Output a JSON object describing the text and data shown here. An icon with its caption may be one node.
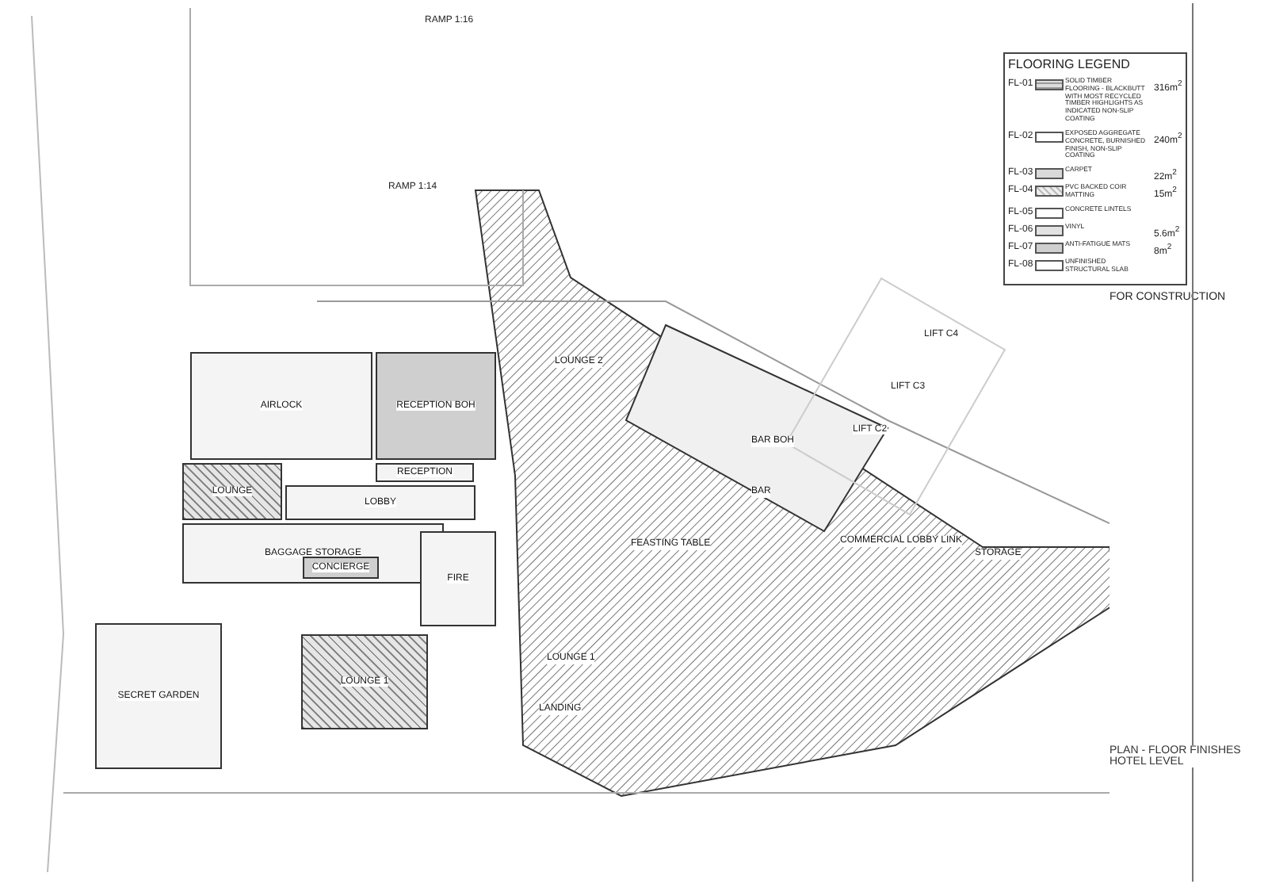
{
  "diagram": {
    "title": "PLAN - FLOOR FINISHES HOTEL LEVEL",
    "nodes": [
      {
        "text": [
          "AIRLOCK"
        ]
      },
      {
        "text": [
          "RECEPTION BOH"
        ]
      },
      {
        "text": [
          "RECEPTION"
        ]
      },
      {
        "text": [
          "LOUNGE"
        ]
      },
      {
        "text": [
          "LOBBY"
        ]
      },
      {
        "text": [
          "BAGGAGE STORAGE"
        ]
      },
      {
        "text": [
          "CONCIERGE"
        ],
        "in": 5
      },
      {
        "text": [
          "FIRE"
        ]
      },
      {
        "text": [
          "SECRET GARDEN"
        ]
      },
      {
        "text": [
          "LOUNGE 1"
        ]
      },
      {
        "text": [
          "LOUNGE 2"
        ]
      },
      {
        "text": [
          "FEASTING TABLE"
        ]
      },
      {
        "text": [
          "BAR BOH"
        ]
      },
      {
        "text": [
          "BAR"
        ]
      },
      {
        "text": [
          "COMMERCIAL LOBBY LINK"
        ]
      },
      {
        "text": [
          "STORAGE"
        ]
      },
      {
        "text": [
          "LOUNGE 1"
        ]
      },
      {
        "text": [
          "LANDING"
        ]
      }
    ],
    "labels": [
      "RAMP 1:16",
      "RAMP 1:14",
      "LIFT C4",
      "LIFT C3",
      "LIFT C2",
      "FLOORING LEGEND",
      "FL-01",
      "316m$^{2}$",
      "FL-02",
      "240m$^{2}$",
      "FL-03",
      "22m$^{2}$",
      "FL-04",
      "15m$^{2}$",
      "FL-05",
      "FL-06",
      "5.6m$^{2}$",
      "FL-07",
      "8m$^{2}$",
      "FL-08",
      "FOR CONSTRUCTION"
    ],
    "legend": [
      {
        "text": "SOLID TIMBER FLOORING - BLACKBUTT WITH MOST RECYCLED TIMBER HIGHLIGHTS AS INDICATED NON-SLIP COATING"
      },
      {
        "text": "EXPOSED AGGREGATE CONCRETE, BURNISHED FINISH, NON-SLIP COATING"
      },
      {
        "text": "CARPET"
      },
      {
        "text": "PVC BACKED COIR MATTING"
      },
      {
        "text": "CONCRETE LINTELS"
      },
      {
        "text": "VINYL"
      },
      {
        "text": "ANTI-FATIGUE MATS"
      },
      {
        "text": "UNFINISHED STRUCTURAL SLAB"
      }
    ]
  }
}
